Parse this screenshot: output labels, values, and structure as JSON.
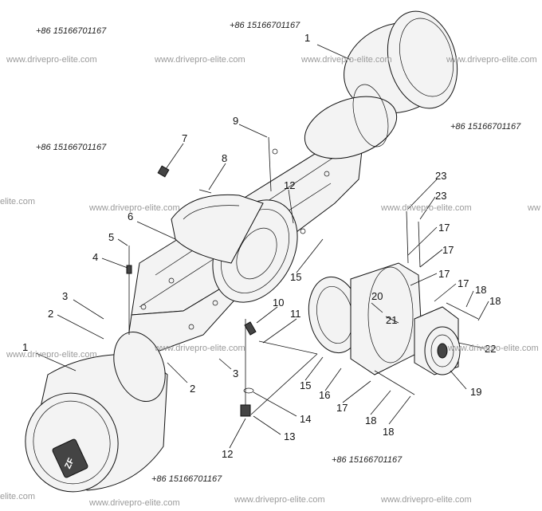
{
  "phone_number": "+86 15166701167",
  "watermark_text": "www.drivepro-elite.com",
  "watermark_cut_text": "elite.com",
  "watermark_cut_short": "ww",
  "hub_marking": "ZF",
  "callouts": [
    "1",
    "1",
    "2",
    "2",
    "3",
    "3",
    "4",
    "5",
    "6",
    "7",
    "8",
    "9",
    "10",
    "11",
    "12",
    "12",
    "13",
    "14",
    "15",
    "15",
    "16",
    "17",
    "17",
    "17",
    "17",
    "17",
    "18",
    "18",
    "18",
    "18",
    "19",
    "20",
    "21",
    "22",
    "23",
    "23"
  ],
  "colors": {
    "line": "#111111",
    "watermark": "#9a9a9a",
    "background": "#ffffff"
  }
}
